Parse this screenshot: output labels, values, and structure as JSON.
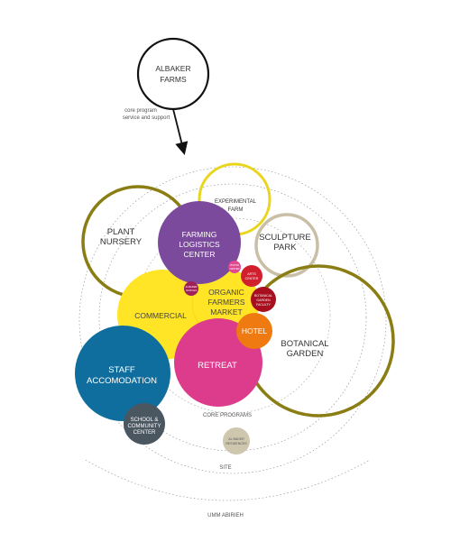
{
  "client": {
    "line1": "ALBAKER",
    "line2": "FARMS"
  },
  "note": {
    "line1": "core program",
    "line2": "service and support"
  },
  "labels": {
    "experimental_farm": {
      "line1": "EXPERIMENTAL",
      "line2": "FARM"
    },
    "plant_nursery": {
      "line1": "PLANT",
      "line2": "NURSERY"
    },
    "sculpture_park": {
      "line1": "SCULPTURE",
      "line2": "PARK"
    },
    "botanical_garden": {
      "line1": "BOTANICAL",
      "line2": "GARDEN"
    },
    "farming_logistics": {
      "line1": "FARMING",
      "line2": "LOGISTICS",
      "line3": "CENTER"
    },
    "organic_market": {
      "line1": "ORGANIC",
      "line2": "FARMERS",
      "line3": "MARKET"
    },
    "commercial": "COMMERCIAL",
    "hotel": "HOTEL",
    "retreat": "RETREAT",
    "staff": {
      "line1": "STAFF",
      "line2": "ACCOMODATION"
    },
    "school": {
      "line1": "SCHOOL &",
      "line2": "COMMUNITY",
      "line3": "CENTER"
    },
    "arts_center": {
      "line1": "ARTS",
      "line2": "CENTER"
    },
    "botanical_faculty": {
      "line1": "BOTANICAL",
      "line2": "GARDEN",
      "line3": "FACULTY"
    },
    "small_pink": {
      "line1": "VISITOR",
      "line2": "CENTER"
    },
    "small_purple": {
      "line1": "ALBAKER",
      "line2": "OFFICES"
    },
    "residences": {
      "line1": "AL BAKER",
      "line2": "RESIDENCES"
    }
  },
  "rings": {
    "core_programs": "CORE PROGRAMS",
    "site": "SITE",
    "context": "UMM ABIRIEH"
  },
  "colors": {
    "olive": "#8a7d14",
    "yellow_ring": "#e8d51c",
    "beige_ring": "#c9bfa6",
    "purple": "#7b4a9c",
    "yellow": "#ffe526",
    "pink": "#dd3c8c",
    "orange": "#ee7a11",
    "blue": "#0f6e9e",
    "slate": "#4a5660",
    "red": "#d11f2e",
    "dark_red": "#a81020",
    "magenta_small": "#e04890",
    "beige_fill": "#cfc6ae"
  }
}
